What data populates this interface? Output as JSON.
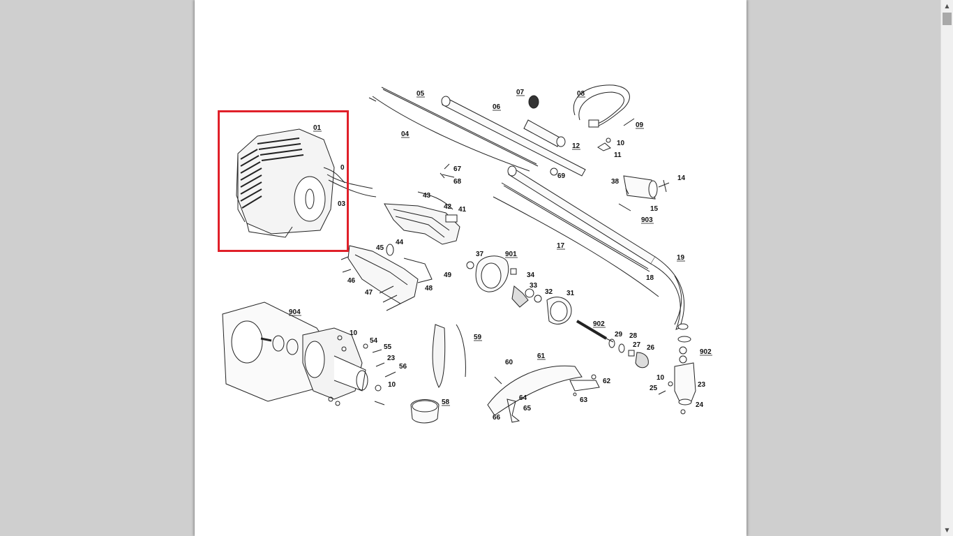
{
  "document": {
    "highlight_color": "#e02029",
    "page_background": "#ffffff",
    "viewer_background": "#cfcfcf"
  },
  "diagram": {
    "labels": {
      "l01": "01",
      "l02": "0",
      "l03": "03",
      "l04": "04",
      "l05": "05",
      "l06": "06",
      "l07": "07",
      "l08": "08",
      "l09": "09",
      "l10a": "10",
      "l10b": "10",
      "l10c": "10",
      "l10d": "10",
      "l11": "11",
      "l12": "12",
      "l14": "14",
      "l15": "15",
      "l17": "17",
      "l18": "18",
      "l19": "19",
      "l23a": "23",
      "l23b": "23",
      "l24": "24",
      "l25": "25",
      "l26": "26",
      "l27": "27",
      "l28": "28",
      "l29": "29",
      "l31": "31",
      "l32": "32",
      "l33": "33",
      "l34": "34",
      "l37": "37",
      "l38": "38",
      "l41": "41",
      "l42": "42",
      "l43": "43",
      "l44": "44",
      "l45": "45",
      "l46": "46",
      "l47": "47",
      "l48": "48",
      "l49": "49",
      "l54": "54",
      "l55": "55",
      "l56": "56",
      "l58": "58",
      "l59": "59",
      "l60": "60",
      "l61": "61",
      "l62": "62",
      "l63": "63",
      "l64": "64",
      "l65": "65",
      "l66": "66",
      "l67": "67",
      "l68": "68",
      "l69": "69",
      "l901": "901",
      "l902a": "902",
      "l902b": "902",
      "l903": "903",
      "l904": "904"
    }
  },
  "scrollbar": {
    "up_icon": "arrow-up-icon",
    "down_icon": "arrow-down-icon",
    "up_glyph": "▲",
    "down_glyph": "▼"
  }
}
